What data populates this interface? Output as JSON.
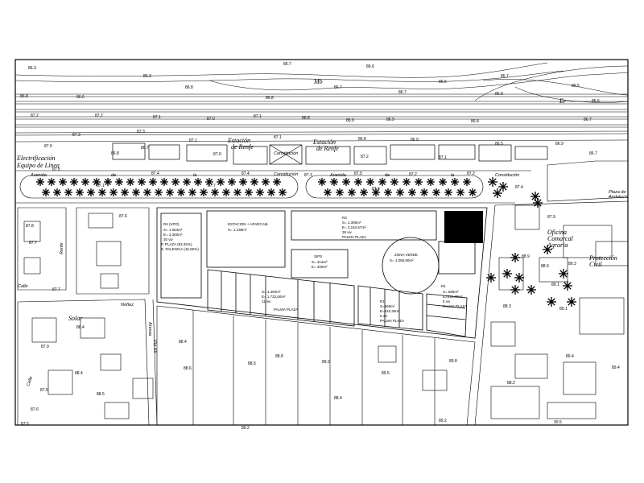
{
  "map": {
    "place_labels": {
      "estacion_1": [
        "Estación",
        "de Renfe"
      ],
      "estacion_2": [
        "Estación",
        "de Renfe"
      ],
      "electrificacion": [
        "Electrificación",
        "Equipo de Línea"
      ],
      "oficina": [
        "Oficina",
        "Comarcal",
        "Agraria"
      ],
      "proteccion": [
        "Protección",
        "Civil"
      ],
      "mb": "Mb",
      "er": "Er",
      "solar": "Solar"
    },
    "street_labels": {
      "avenida_1": "Avenida",
      "de_1": "de",
      "la_1": "la",
      "constitucion_1": "Constitución",
      "avenida_2": "Avenida",
      "de_2": "de",
      "la_2": "la",
      "constitucion_2": "Constitución",
      "constitucion_top": "Constitución",
      "plaza_andalucia": [
        "Plaza de",
        "Andalucía"
      ],
      "renfe": "Renfe",
      "calle_left": "Calle",
      "nunez": "Núñez",
      "arenas": "Arenas",
      "pio_xii": "Pío XII",
      "calle_bottom": "Calle"
    },
    "plots": {
      "r4_vpo": [
        "R4 (VPO)",
        "S= 1.004m²",
        "E= 3.300m²",
        "30 viv",
        "P. PLAZA (83.45%)",
        "S. PALENCIA (16.55%)"
      ],
      "estacion_aparcam": [
        "ESTACION + APARCAM.",
        "S= 1.238m²"
      ],
      "r3": [
        "R3",
        "S= 1.306m²",
        "E= 3.152,57m²",
        "35 viv",
        "PALMA PLAZA"
      ],
      "sips": [
        "SIPS",
        "S= 414m²",
        "E= 400m²"
      ],
      "zona_verde": [
        "ZONA VERDE",
        "S= 1.065,90m²"
      ],
      "r2": [
        "S= 1.494m²",
        "E= 1.722,60m²",
        "11 viv",
        "PALMA PLAZA"
      ],
      "r1_left": [
        "R1",
        "S=665m²",
        "E=810,30m²",
        "5 viv",
        "PALMA PLAZA"
      ],
      "r1_right": [
        "R1",
        "S= 665m²",
        "E=810,30m²",
        "5 viv",
        "PALMA PLAZA"
      ]
    },
    "elevations": {
      "e1": "86.6",
      "e2": "86.7",
      "e3": "86.8",
      "e4": "85.7",
      "e5": "86.3",
      "e6": "86.3",
      "e7": "86.6",
      "e8": "86.7",
      "e9": "85.8",
      "e10": "86.6",
      "e11": "86.9",
      "e12": "86.5",
      "e13": "86.8",
      "e14": "86.7",
      "e15": "86.6",
      "e16": "87.2",
      "e17": "87.2",
      "e18": "87.1",
      "e19": "87.0",
      "e20": "87.1",
      "e21": "86.8",
      "e22": "86.9",
      "e23": "86.9",
      "e24": "86.8",
      "e25": "86.7",
      "e26": "87.3",
      "e27": "87.1",
      "e28": "87.3",
      "e29": "87.1",
      "e30": "86.8",
      "e31": "86.9",
      "e32": "86.5",
      "e33": "87.0",
      "e34": "86.7",
      "e35": "87.0",
      "e36": "87.2",
      "e37": "87.1",
      "e38": "86.9",
      "e39": "86.7",
      "e40": "86.8",
      "e41": "87.5",
      "e42": "87.4",
      "e43": "87.4",
      "e44": "87.3",
      "e45": "87.5",
      "e46": "87.4",
      "e47": "87.2",
      "e48": "87.2",
      "e49": "87.4",
      "e50": "87.1",
      "e51": "87.7",
      "e52": "87.7",
      "e53": "87.8",
      "e54": "87.6",
      "e55": "87.7",
      "e56": "87.9",
      "e57": "88.4",
      "e58": "88.3",
      "e59": "88.4",
      "e60": "88.6",
      "e61": "88.5",
      "e62": "88.8",
      "e63": "88.9",
      "e64": "89.1",
      "e65": "88.9",
      "e66": "89.3",
      "e67": "89.1",
      "e68": "89.2",
      "e69": "89.4",
      "e70": "89.2",
      "e71": "88.2",
      "e72": "88.4",
      "e73": "87.9",
      "e74": "87.5",
      "e75": "89.5",
      "e76": "89.8",
      "e77": "90.5",
      "e78": "89.2",
      "e79": "88.4",
      "e80": "89.4",
      "e81": "88.5",
      "e82": "87.6",
      "e83": "87.5"
    }
  }
}
